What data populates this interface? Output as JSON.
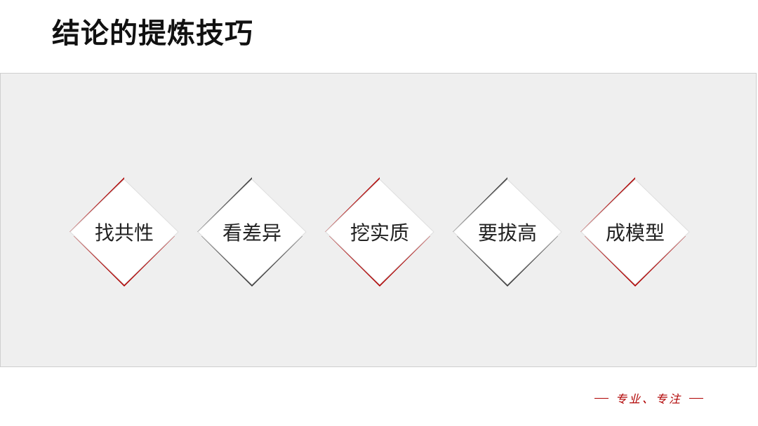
{
  "title": "结论的提炼技巧",
  "diamonds": [
    {
      "label": "找共性",
      "accent": "#b00000"
    },
    {
      "label": "看差异",
      "accent": "#3a3a3a"
    },
    {
      "label": "挖实质",
      "accent": "#b00000"
    },
    {
      "label": "要拔高",
      "accent": "#3a3a3a"
    },
    {
      "label": "成模型",
      "accent": "#b00000"
    }
  ],
  "footer": {
    "slogan": "专业、专注"
  },
  "colors": {
    "red": "#b00000",
    "dark": "#3a3a3a",
    "panel": "#efefef"
  }
}
